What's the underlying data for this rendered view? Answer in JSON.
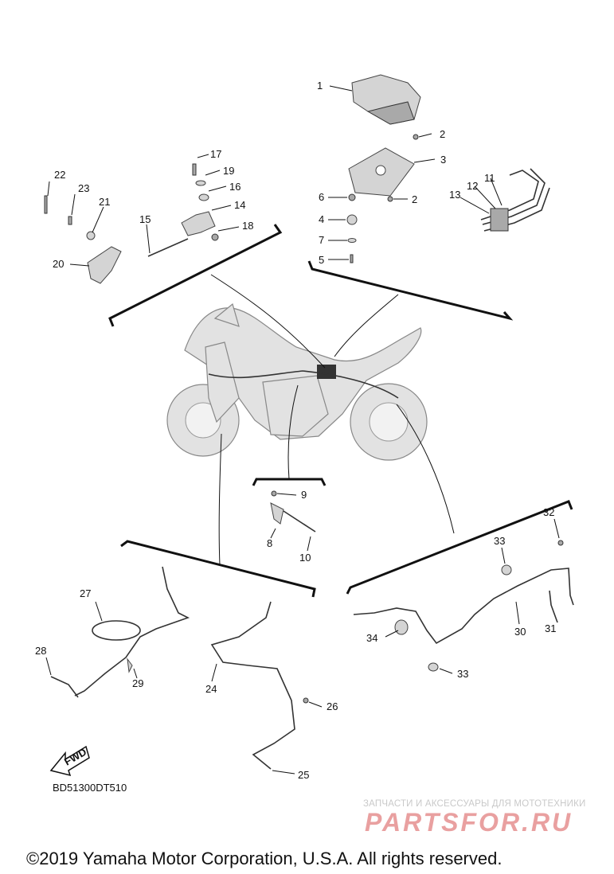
{
  "callouts": {
    "c1": "1",
    "c2a": "2",
    "c2b": "2",
    "c3": "3",
    "c4": "4",
    "c5": "5",
    "c6": "6",
    "c7": "7",
    "c8": "8",
    "c9": "9",
    "c10": "10",
    "c11": "11",
    "c12": "12",
    "c13": "13",
    "c14": "14",
    "c15": "15",
    "c16": "16",
    "c17": "17",
    "c18": "18",
    "c19": "19",
    "c20": "20",
    "c21": "21",
    "c22": "22",
    "c23": "23",
    "c24": "24",
    "c25": "25",
    "c26": "26",
    "c27": "27",
    "c28": "28",
    "c29": "29",
    "c30": "30",
    "c31": "31",
    "c32": "32",
    "c33a": "33",
    "c33b": "33",
    "c34": "34"
  },
  "fwd_label": "FWD",
  "drawing_code": "BD51300DT510",
  "watermark": {
    "tagline": "ЗАПЧАСТИ И АКСЕССУАРЫ ДЛЯ МОТОТЕХНИКИ",
    "brand": "PARTSFOR.RU"
  },
  "copyright": "©2019 Yamaha Motor Corporation, U.S.A. All rights reserved."
}
